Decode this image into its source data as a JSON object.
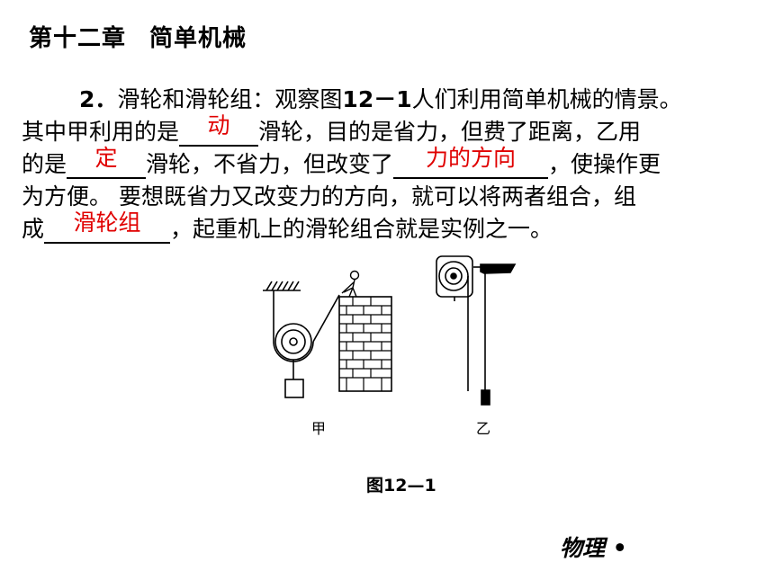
{
  "chapter": {
    "label": "第十二章",
    "name": "简单机械"
  },
  "question": {
    "number": "2．",
    "line1": "滑轮和滑轮组：观察图",
    "fig_ref": "12－1",
    "line1_end": "人们利用简单机械的情景。",
    "line2_start": "其中甲利用的是",
    "answer1": "动",
    "line2_end": "滑轮，目的是省力，但费了距离，乙用",
    "line3_start": "的是",
    "answer2": "定",
    "line3_mid": "滑轮，不省力，但改变了",
    "answer3": "力的方向",
    "line3_end": "，使操作更",
    "line4": "为方便。 要想既省力又改变力的方向，就可以将两者组合，组",
    "line5_start": "成",
    "answer4": "滑轮组",
    "line5_end": "，起重机上的滑轮组合就是实例之一。"
  },
  "figure": {
    "left_label": "甲",
    "right_label": "乙",
    "caption": "图12—1"
  },
  "footer": {
    "subject": "物理 •"
  },
  "colors": {
    "answer": "#e00000",
    "text": "#000000"
  }
}
